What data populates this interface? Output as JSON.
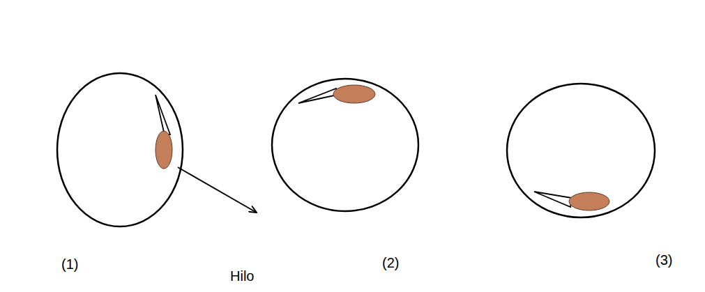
{
  "diagram": {
    "labels": [
      "(1)",
      "Hilo",
      "(2)",
      "(3)"
    ]
  }
}
